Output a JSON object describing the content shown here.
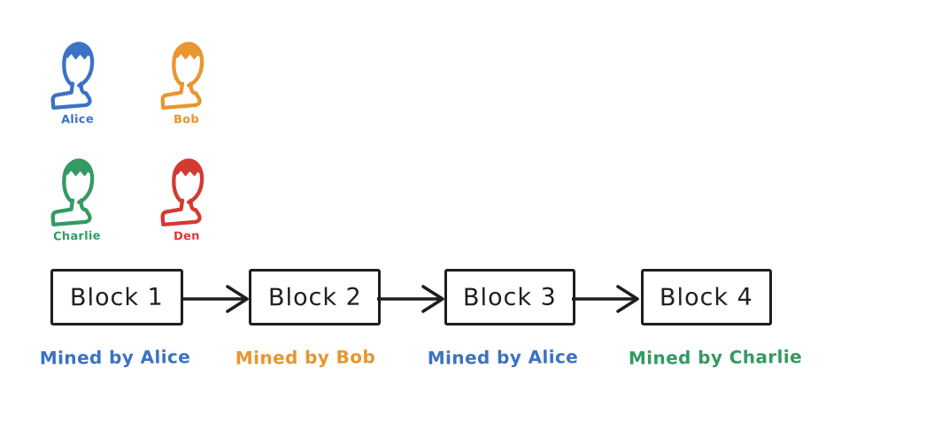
{
  "canvas": {
    "background": "#ffffff"
  },
  "palette": {
    "ink": "#1e1e1e",
    "blue": "#3b72c4",
    "orange": "#e8962e",
    "green": "#339a62",
    "red": "#d33a31"
  },
  "participants": [
    {
      "name": "Alice",
      "color": "#3b72c4"
    },
    {
      "name": "Bob",
      "color": "#e8962e"
    },
    {
      "name": "Charlie",
      "color": "#339a62"
    },
    {
      "name": "Den",
      "color": "#d33a31"
    }
  ],
  "chain": {
    "connector": "arrow-right",
    "blocks": [
      {
        "label": "Block 1",
        "mined_by": "Mined by Alice",
        "miner_color": "#3b72c4"
      },
      {
        "label": "Block 2",
        "mined_by": "Mined by Bob",
        "miner_color": "#e8962e"
      },
      {
        "label": "Block 3",
        "mined_by": "Mined by Alice",
        "miner_color": "#3b72c4"
      },
      {
        "label": "Block 4",
        "mined_by": "Mined by Charlie",
        "miner_color": "#339a62"
      }
    ]
  }
}
